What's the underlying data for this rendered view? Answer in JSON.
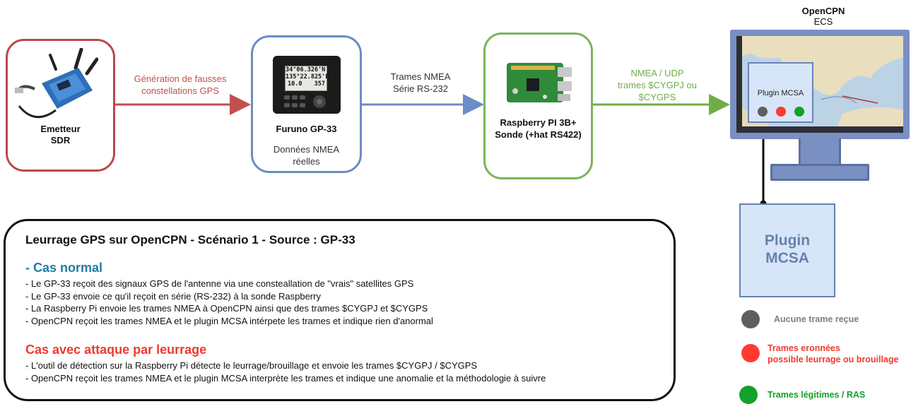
{
  "nodes": {
    "sdr": {
      "title_line1": "Emetteur",
      "title_line2": "SDR",
      "color": "#b84a4a"
    },
    "gp33": {
      "title": "Furuno GP-33",
      "subtitle_line1": "Données NMEA",
      "subtitle_line2": "réelles",
      "color": "#6b8cc4",
      "screen": {
        "lat": "34°06.326'N",
        "lon": "135°22.825'E",
        "speed": "10.0",
        "course": "357"
      }
    },
    "raspberry": {
      "title_line1": "Raspberry PI 3B+",
      "title_line2": "Sonde (+hat RS422)",
      "color": "#7cb35b"
    },
    "opencpn": {
      "title_line1": "OpenCPN",
      "title_line2": "ECS",
      "overlay_label": "Plugin MCSA",
      "color": "#6b82b8"
    },
    "plugin": {
      "label_line1": "Plugin",
      "label_line2": "MCSA",
      "bg": "#d6e6f8",
      "fg": "#6882ad"
    }
  },
  "edges": {
    "sdr_to_gp33": {
      "line1": "Génération de fausses",
      "line2": "constellations GPS",
      "color": "#c0504d"
    },
    "gp33_to_rpi": {
      "line1": "Trames NMEA",
      "line2": "Série RS-232",
      "color": "#6b8cc4"
    },
    "rpi_to_opencpn": {
      "line1": "NMEA / UDP",
      "line2": "trames $CYGPJ ou",
      "line3": "$CYGPS",
      "color": "#70ad47"
    }
  },
  "summary": {
    "title": "Leurrage GPS sur OpenCPN - Scénario 1 - Source : GP-33",
    "normal_heading": "- Cas normal",
    "normal_items": [
      "- Le GP-33 reçoit des signaux GPS de l'antenne via une consteallation de \"vrais\" satellites GPS",
      "- Le GP-33 envoie ce qu'il reçoit en série (RS-232) à la sonde Raspberry",
      "- La Raspberry Pi envoie les trames NMEA à OpenCPN ainsi que des trames $CYGPJ et $CYGPS",
      "- OpenCPN reçoit les trames NMEA et le plugin MCSA intérpete les trames et indique rien d'anormal"
    ],
    "attack_heading": "Cas avec attaque par leurrage",
    "attack_items": [
      "- L'outil de détection sur la Raspberry Pi détecte le leurrage/brouillage et envoie les trames $CYGPJ / $CYGPS",
      "- OpenCPN reçoit les trames NMEA et le plugin MCSA interprète les trames et indique une anomalie et la méthodologie à suivre"
    ]
  },
  "legend": {
    "grey": {
      "label": "Aucune trame reçue",
      "color": "#5f5f5f",
      "text_color": "#7f7f7f"
    },
    "red": {
      "line1": "Trames eronnées",
      "line2": "possible leurrage ou brouillage",
      "color": "#ff3b30",
      "text_color": "#f03a2e"
    },
    "green": {
      "label": "Trames légitimes / RAS",
      "color": "#12a12a",
      "text_color": "#12a12a"
    }
  }
}
